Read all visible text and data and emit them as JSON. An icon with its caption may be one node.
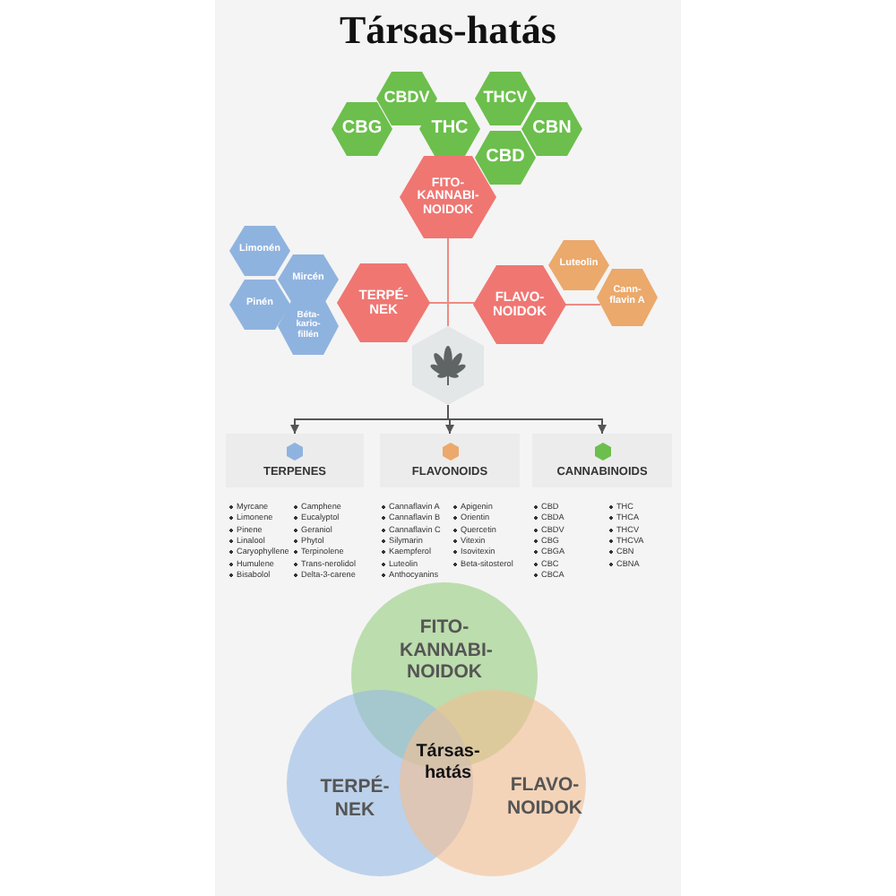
{
  "diagram": {
    "title": "Társas-hatás",
    "nodes": [
      {
        "text": [
          "CBG"
        ]
      },
      {
        "text": [
          "CBDV"
        ]
      },
      {
        "text": [
          "THC"
        ]
      },
      {
        "text": [
          "THCV"
        ]
      },
      {
        "text": [
          "CBN"
        ]
      },
      {
        "text": [
          "CBD"
        ]
      },
      {
        "text": [
          "FITO- KANNABI- NOIDOK"
        ]
      },
      {
        "text": [
          "Limonén"
        ]
      },
      {
        "text": [
          "Mircén"
        ]
      },
      {
        "text": [
          "Pinén"
        ]
      },
      {
        "text": [
          "Béta- kario- fillén"
        ]
      },
      {
        "text": [
          "TERPÉ- NEK"
        ]
      },
      {
        "text": [
          "FLAVO- NOIDOK"
        ]
      },
      {
        "text": [
          "Luteolin"
        ]
      },
      {
        "text": [
          "Cann- flavin A"
        ]
      },
      {
        "text": [],
        "shape": "picture"
      },
      {
        "text": [
          "TERPENES"
        ]
      },
      {
        "text": [
          "FLAVONOIDS"
        ]
      },
      {
        "text": [
          "CANNABINOIDS"
        ]
      },
      {
        "text": [
          "FITO- KANNABI- NOIDOK"
        ]
      },
      {
        "text": [
          "TERPÉ- NEK"
        ]
      },
      {
        "text": [
          "FLAVO- NOIDOK"
        ]
      }
    ],
    "edges": [
      {
        "from": 6,
        "to": 15,
        "arrow": "none",
        "color": "#ef8a84"
      },
      {
        "from": 11,
        "to": 12,
        "arrow": "none",
        "color": "#ef8a84"
      },
      {
        "from": 12,
        "to": 14,
        "arrow": "none",
        "color": "#ef8a84"
      },
      {
        "from": 15,
        "to": 16,
        "arrow": "to",
        "color": "#555555"
      },
      {
        "from": 15,
        "to": 17,
        "arrow": "to",
        "color": "#555555"
      },
      {
        "from": 15,
        "to": 18,
        "arrow": "to",
        "color": "#555555"
      }
    ],
    "labels": [
      "Myrcane",
      "Limonene",
      "Pinene",
      "Linalool",
      "Caryophyllene",
      "Humulene",
      "Bisabolol",
      "Camphene",
      "Eucalyptol",
      "Geraniol",
      "Phytol",
      "Terpinolene",
      "Trans-nerolidol",
      "Delta-3-carene",
      "Cannaflavin A",
      "Cannaflavin B",
      "Cannaflavin C",
      "Silymarin",
      "Kaempferol",
      "Luteolin",
      "Anthocyanins",
      "Apigenin",
      "Orientin",
      "Quercetin",
      "Vitexin",
      "Isovitexin",
      "Beta-sitosterol",
      "CBD",
      "CBDA",
      "CBDV",
      "CBG",
      "CBGA",
      "CBC",
      "CBCA",
      "THC",
      "THCA",
      "THCV",
      "THCVA",
      "CBN",
      "CBNA",
      "Társas-hatás"
    ]
  }
}
